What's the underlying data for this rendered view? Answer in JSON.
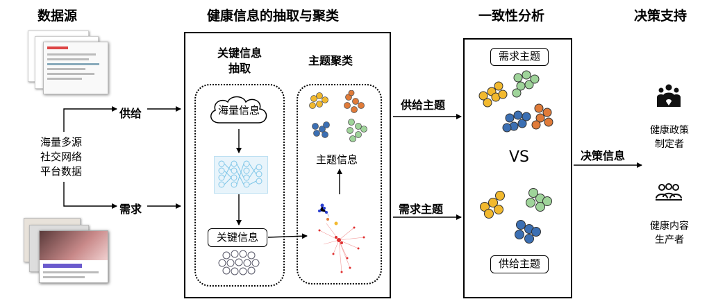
{
  "headers": {
    "source": "数据源",
    "extraction": "健康信息的抽取与聚类",
    "consistency": "一致性分析",
    "decision": "决策支持"
  },
  "source": {
    "description_lines": [
      "海量多源",
      "社交网络",
      "平台数据"
    ],
    "supply_label": "供给",
    "demand_label": "需求"
  },
  "extraction": {
    "key_info_title_lines": [
      "关键信息",
      "抽取"
    ],
    "topic_cluster_title": "主题聚类",
    "cloud_text": "海量信息",
    "key_info_box": "关键信息",
    "topic_info": "主题信息"
  },
  "flow": {
    "supply_topic": "供给主题",
    "demand_topic": "需求主题",
    "decision_info": "决策信息"
  },
  "consistency": {
    "demand_topic_box": "需求主题",
    "vs": "VS",
    "supply_topic_box": "供给主题"
  },
  "decision": {
    "policy_lines": [
      "健康政策",
      "制定者"
    ],
    "producer_lines": [
      "健康内容",
      "生产者"
    ]
  },
  "colors": {
    "yellow": "#f2b92e",
    "green": "#9fd49a",
    "blue": "#3b6fb3",
    "orange": "#e07b39",
    "network_red": "#e03030",
    "network_blue": "#2a3fd1"
  }
}
